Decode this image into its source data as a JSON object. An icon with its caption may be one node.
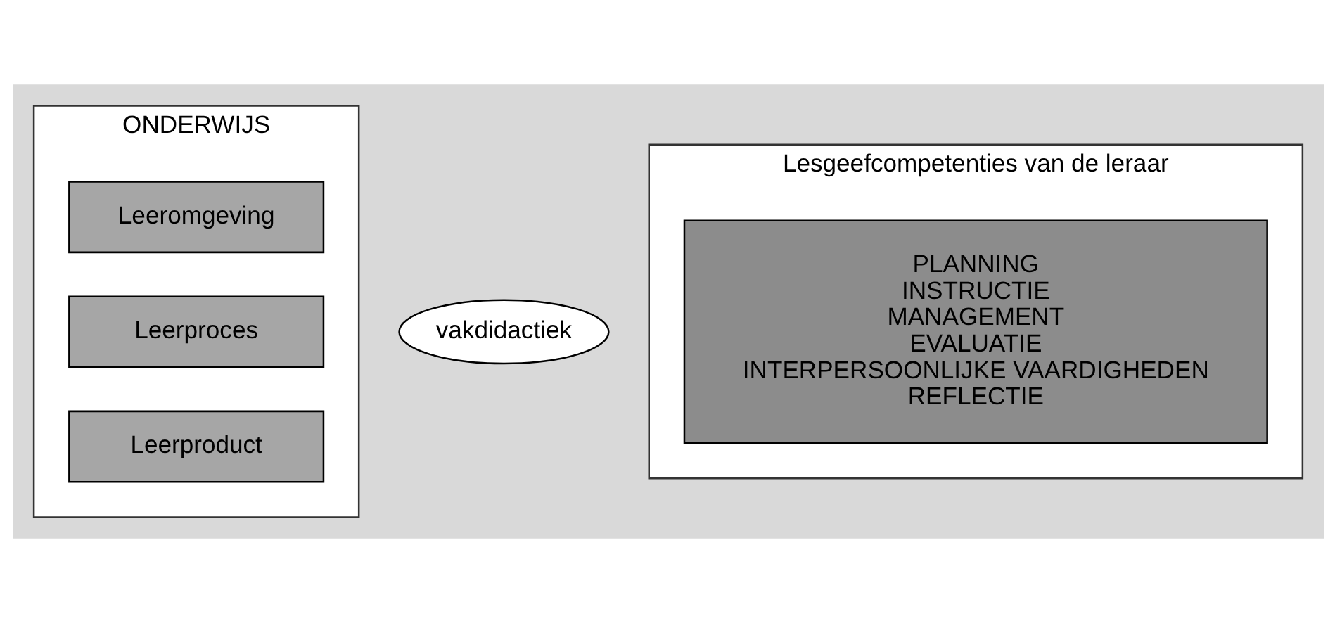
{
  "diagram": {
    "nodes": [
      {
        "text": [
          "ONDERWIJS"
        ]
      },
      {
        "text": [
          "Leeromgeving"
        ],
        "in": 0
      },
      {
        "text": [
          "Leerproces"
        ],
        "in": 0
      },
      {
        "text": [
          "Leerproduct"
        ],
        "in": 0
      },
      {
        "text": [
          "vakdidactiek"
        ]
      },
      {
        "text": [
          "Lesgeefcompetenties van de leraar"
        ]
      },
      {
        "text": [
          "PLANNING",
          "INSTRUCTIE",
          "MANAGEMENT",
          "EVALUATIE",
          "INTERPERSOONLIJKE VAARDIGHEDEN",
          "REFLECTIE"
        ],
        "in": 5
      }
    ],
    "edges": []
  }
}
